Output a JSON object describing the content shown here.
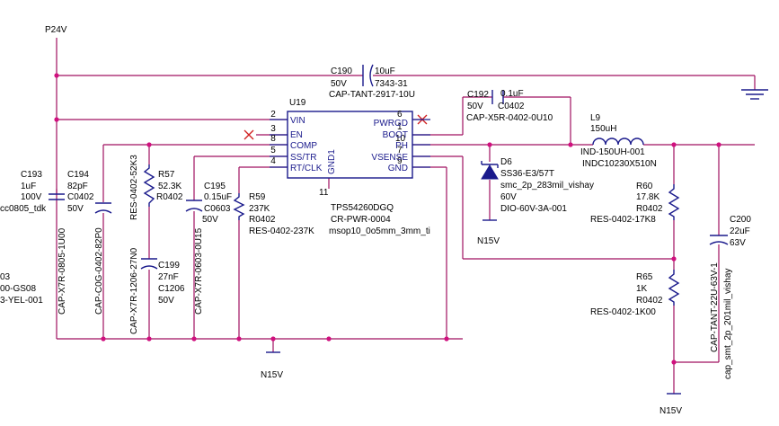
{
  "nets": {
    "p24v": "P24V",
    "n15v_bottom": "N15V",
    "n15v_diode": "N15V",
    "n15v_right": "N15V"
  },
  "ic": {
    "ref": "U19",
    "part": "TPS54260DGQ",
    "code": "CR-PWR-0004",
    "footprint": "msop10_0o5mm_3mm_ti",
    "gnd_label": "GND1",
    "pin11": "11",
    "pins_left": [
      {
        "num": "2",
        "name": "VIN"
      },
      {
        "num": "3",
        "name": "EN"
      },
      {
        "num": "8",
        "name": "COMP"
      },
      {
        "num": "5",
        "name": "SS/TR"
      },
      {
        "num": "4",
        "name": "RT/CLK"
      }
    ],
    "pins_right": [
      {
        "num": "6",
        "name": "PWRGD"
      },
      {
        "num": "1",
        "name": "BOOT"
      },
      {
        "num": "10",
        "name": "PH"
      },
      {
        "num": "7",
        "name": "VSENSE"
      },
      {
        "num": "9",
        "name": "GND"
      }
    ]
  },
  "components": {
    "c190": {
      "ref": "C190",
      "value": "10uF",
      "voltage": "50V",
      "pkg": "7343-31",
      "part": "CAP-TANT-2917-10U"
    },
    "c192": {
      "ref": "C192",
      "value": "0.1uF",
      "voltage": "50V",
      "pkg": "C0402",
      "part": "CAP-X5R-0402-0U10"
    },
    "l9": {
      "ref": "L9",
      "value": "150uH",
      "part": "IND-150UH-001",
      "pkg": "INDC10230X510N"
    },
    "d6": {
      "ref": "D6",
      "part": "SS36-E3/57T",
      "pkg": "smc_2p_283mil_vishay",
      "voltage": "60V",
      "code": "DIO-60V-3A-001"
    },
    "c193": {
      "ref": "C193",
      "value": "1uF",
      "voltage": "100V",
      "pkg": "cc0805_tdk",
      "part": "CAP-X7R-0805-1U00"
    },
    "c194": {
      "ref": "C194",
      "value": "82pF",
      "pkg": "C0402",
      "voltage": "50V",
      "part": "CAP-C0G-0402-82P0"
    },
    "r57": {
      "ref": "R57",
      "value": "52.3K",
      "pkg": "R0402",
      "part": "RES-0402-52K3"
    },
    "c199": {
      "ref": "C199",
      "value": "27nF",
      "pkg": "C1206",
      "voltage": "50V",
      "part": "CAP-X7R-1206-27N0"
    },
    "c195": {
      "ref": "C195",
      "value": "0.15uF",
      "pkg": "C0603",
      "voltage": "50V",
      "part": "CAP-X7R-0603-0U15"
    },
    "r59": {
      "ref": "R59",
      "value": "237K",
      "pkg": "R0402",
      "part": "RES-0402-237K"
    },
    "r60": {
      "ref": "R60",
      "value": "17.8K",
      "pkg": "R0402",
      "part": "RES-0402-17K8"
    },
    "r65": {
      "ref": "R65",
      "value": "1K",
      "pkg": "R0402",
      "part": "RES-0402-1K00"
    },
    "c200": {
      "ref": "C200",
      "value": "22uF",
      "voltage": "63V",
      "part": "CAP-TANT-22U-63V-1",
      "pkg": "cap_smt_2p_201mil_vishay"
    }
  },
  "cutoff": {
    "line1": "03",
    "line2": "00-GS08",
    "line3": "3-YEL-001"
  }
}
